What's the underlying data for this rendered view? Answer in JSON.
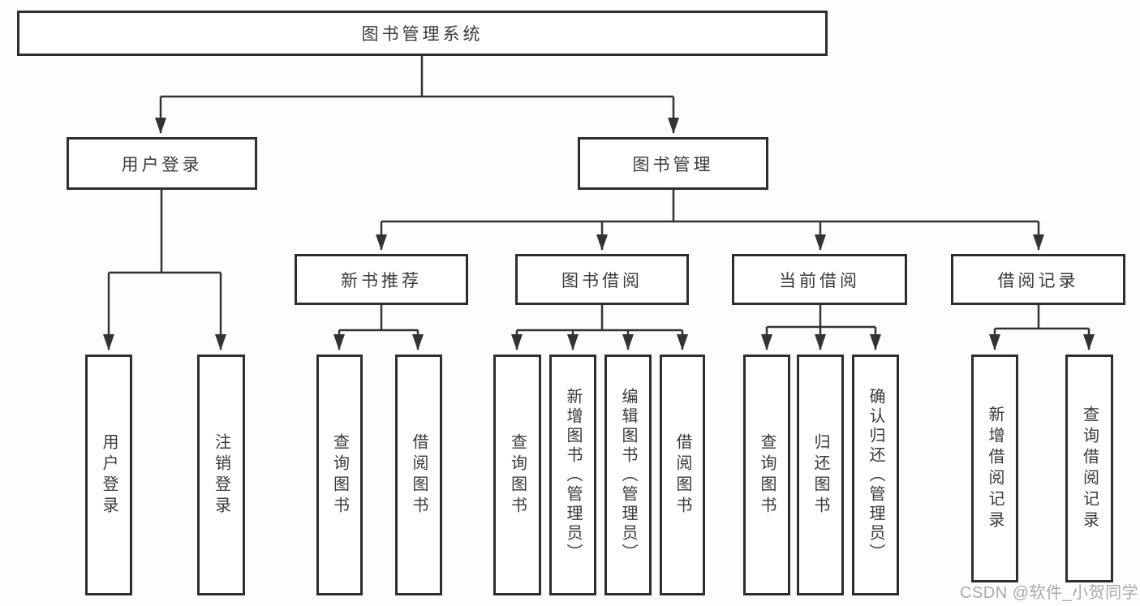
{
  "diagram": {
    "title": "图书管理系统",
    "level2": {
      "user_login": "用户登录",
      "book_mgmt": "图书管理"
    },
    "level3": {
      "new_books": "新书推荐",
      "book_borrow": "图书借阅",
      "current_borrow": "当前借阅",
      "borrow_records": "借阅记录"
    },
    "leaves": {
      "user_login": [
        "用户登录",
        "注销登录"
      ],
      "new_books": [
        "查询图书",
        "借阅图书"
      ],
      "book_borrow": [
        "查询图书",
        "新增图书（管理员）",
        "编辑图书（管理员）",
        "借阅图书"
      ],
      "current_borrow": [
        "查询图书",
        "归还图书",
        "确认归还（管理员）"
      ],
      "borrow_records": [
        "新增借阅记录",
        "查询借阅记录"
      ]
    }
  },
  "watermark": "CSDN @软件_小贺同学",
  "colors": {
    "line": "#333333",
    "box_border": "#2e2e2e",
    "text": "#3a3a3a",
    "watermark_text": "#a9a9a9",
    "background": "#fdfdfd"
  }
}
